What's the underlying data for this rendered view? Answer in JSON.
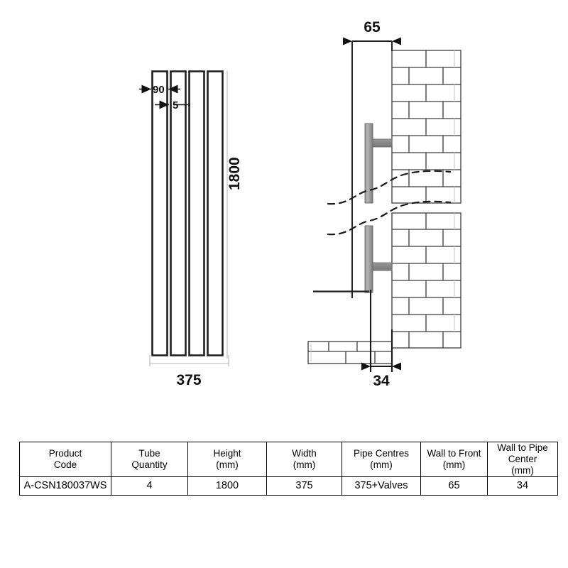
{
  "drawing": {
    "title_note": "",
    "front_view": {
      "name": "radiator-front-elevation",
      "tube_count": 4,
      "dimensions": {
        "tube_width": "90",
        "tube_gap": "5",
        "overall_height": "1800",
        "overall_width": "375"
      }
    },
    "section_view": {
      "name": "wall-section-side-view",
      "dimensions": {
        "wall_to_front": "65",
        "wall_to_pipe_center": "34"
      },
      "features": {
        "wall_label": "brick-wall",
        "floor_label": "floor",
        "radiator_label": "radiator-profile",
        "bracket_label": "wall-bracket",
        "break_label": "break-line"
      }
    },
    "colors": {
      "line": "#1a1a1a",
      "brick_line": "#3c3c3c",
      "radiator_fill_light": "#d9d9d9",
      "radiator_fill_dark": "#8c8c8c",
      "bracket_fill": "#8f8f8f",
      "background": "#ffffff"
    }
  },
  "spec_table": {
    "name": "product-spec-table",
    "headers": [
      {
        "line1": "Product",
        "line2": "Code"
      },
      {
        "line1": "Tube",
        "line2": "Quantity"
      },
      {
        "line1": "Height",
        "line2": "(mm)"
      },
      {
        "line1": "Width",
        "line2": "(mm)"
      },
      {
        "line1": "Pipe Centres",
        "line2": "(mm)"
      },
      {
        "line1": "Wall to Front",
        "line2": "(mm)"
      },
      {
        "line1": "Wall to Pipe Center",
        "line2": "(mm)"
      }
    ],
    "rows": [
      {
        "product_code": "A-CSN180037WS",
        "tube_quantity": "4",
        "height": "1800",
        "width": "375",
        "pipe_centres": "375+Valves",
        "wall_to_front": "65",
        "wall_to_pipe_center": "34"
      }
    ]
  }
}
